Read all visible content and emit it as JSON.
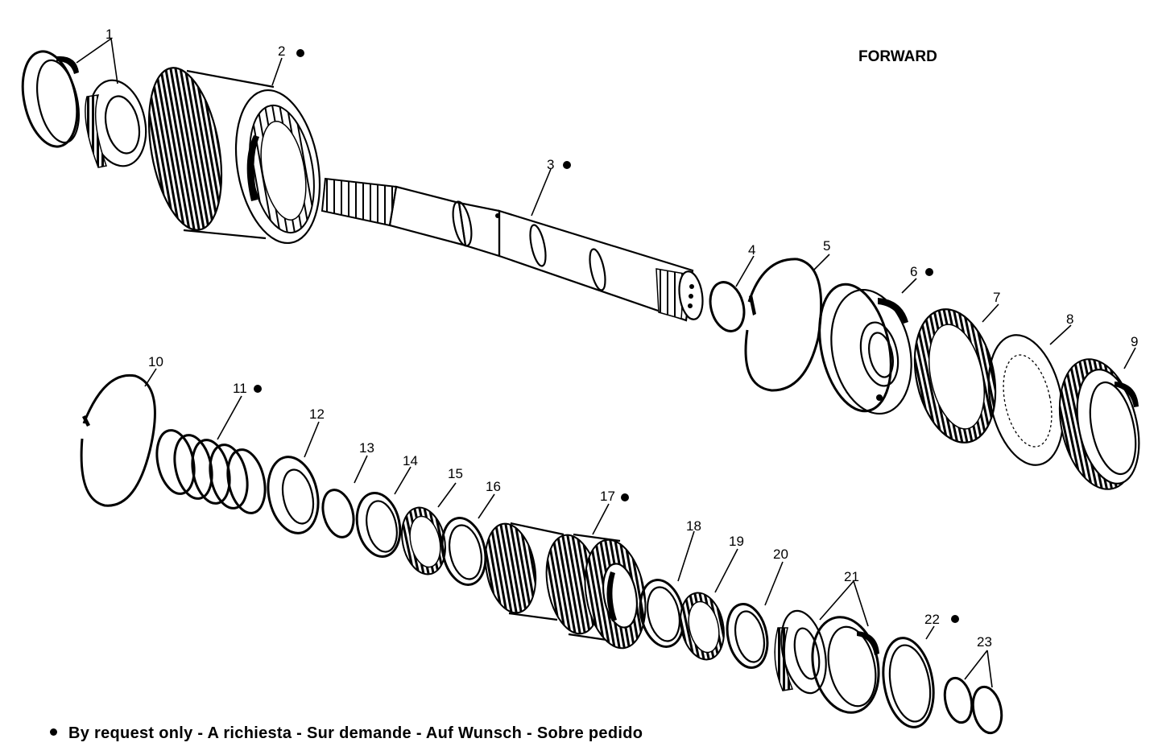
{
  "forward_label": "FORWARD",
  "note": "By request only - A richiesta - Sur demande - Auf Wunsch - Sobre pedido",
  "callouts": [
    {
      "n": "1",
      "marked": false
    },
    {
      "n": "2",
      "marked": true
    },
    {
      "n": "3",
      "marked": true
    },
    {
      "n": "4",
      "marked": false
    },
    {
      "n": "5",
      "marked": false
    },
    {
      "n": "6",
      "marked": true
    },
    {
      "n": "7",
      "marked": false
    },
    {
      "n": "8",
      "marked": false
    },
    {
      "n": "9",
      "marked": false
    },
    {
      "n": "10",
      "marked": false
    },
    {
      "n": "11",
      "marked": true
    },
    {
      "n": "12",
      "marked": false
    },
    {
      "n": "13",
      "marked": false
    },
    {
      "n": "14",
      "marked": false
    },
    {
      "n": "15",
      "marked": false
    },
    {
      "n": "16",
      "marked": false
    },
    {
      "n": "17",
      "marked": true
    },
    {
      "n": "18",
      "marked": false
    },
    {
      "n": "19",
      "marked": false
    },
    {
      "n": "20",
      "marked": false
    },
    {
      "n": "21",
      "marked": false
    },
    {
      "n": "22",
      "marked": true
    },
    {
      "n": "23",
      "marked": false
    }
  ]
}
